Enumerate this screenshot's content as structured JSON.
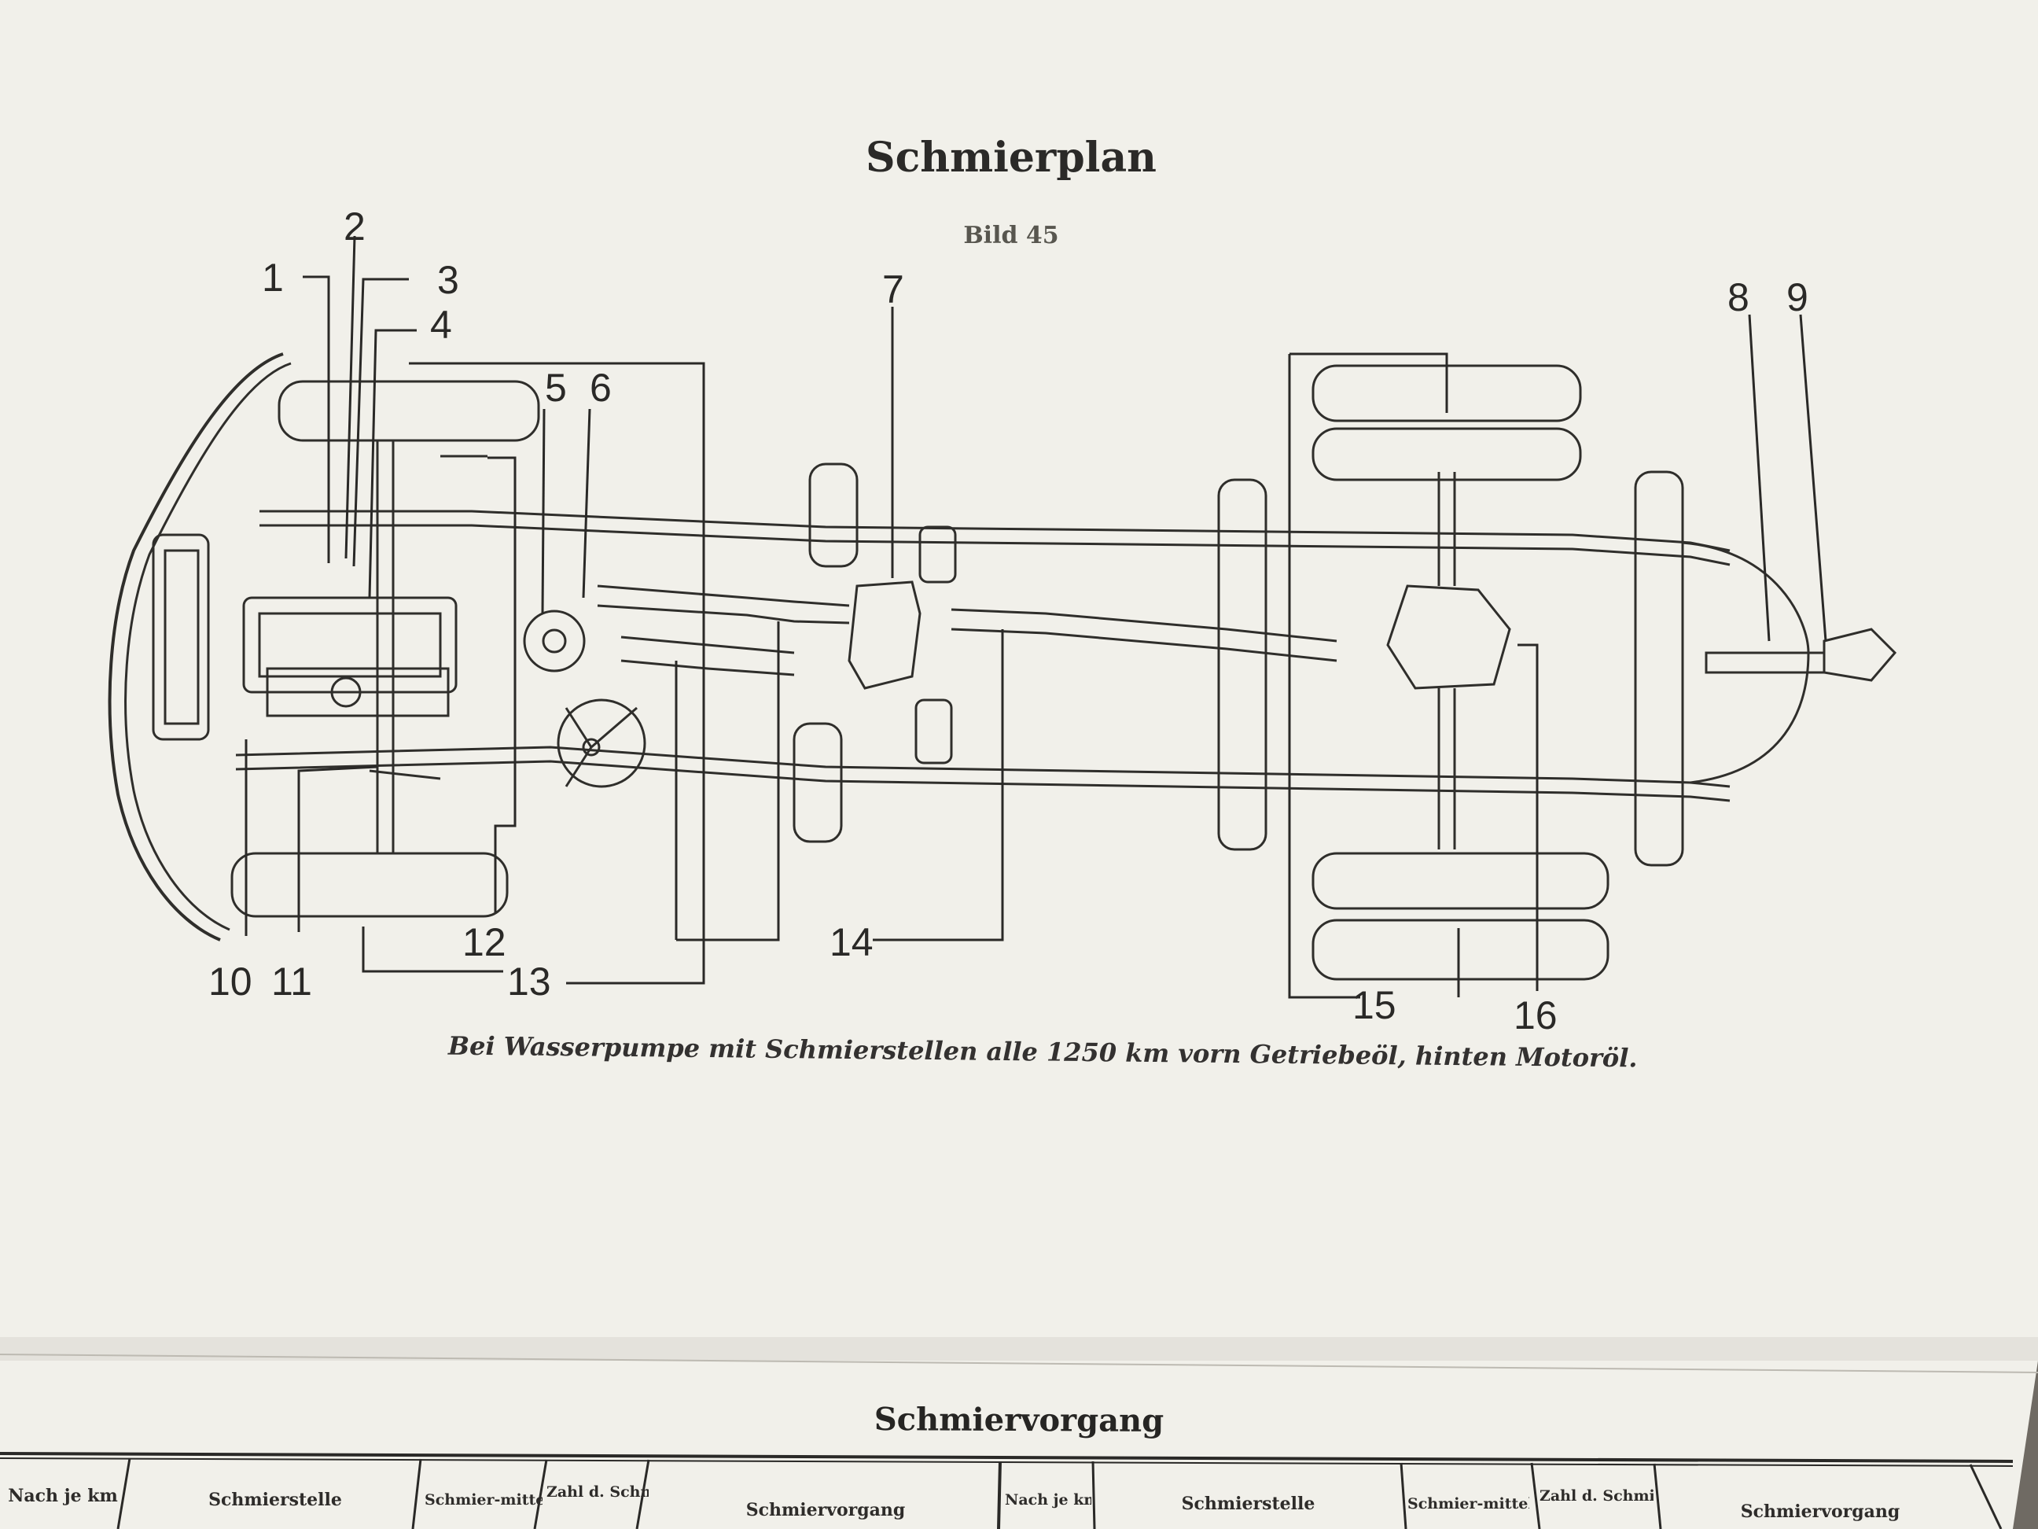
{
  "page": {
    "title": "Schmierplan",
    "figure_label": "Bild 45",
    "caption": "Bei Wasserpumpe mit Schmierstellen alle 1250 km vorn Getriebeöl, hinten Motoröl.",
    "colors": {
      "paper": "#f2f1ec",
      "ink": "#2b2a28",
      "background": "#6f6a63"
    }
  },
  "diagram": {
    "callouts": [
      "1",
      "2",
      "3",
      "4",
      "5",
      "6",
      "7",
      "8",
      "9",
      "10",
      "11",
      "12",
      "13",
      "14",
      "15",
      "16"
    ]
  },
  "table": {
    "title": "Schmiervorgang",
    "columns": [
      "Nach je km",
      "Schmierstelle",
      "Schmier-mittel",
      "Zahl d. Schmier-",
      "Schmiervorgang",
      "Nach je km",
      "Schmierstelle",
      "Schmier-mittel",
      "Zahl d. Schmier-",
      "Schmiervorgang"
    ]
  }
}
